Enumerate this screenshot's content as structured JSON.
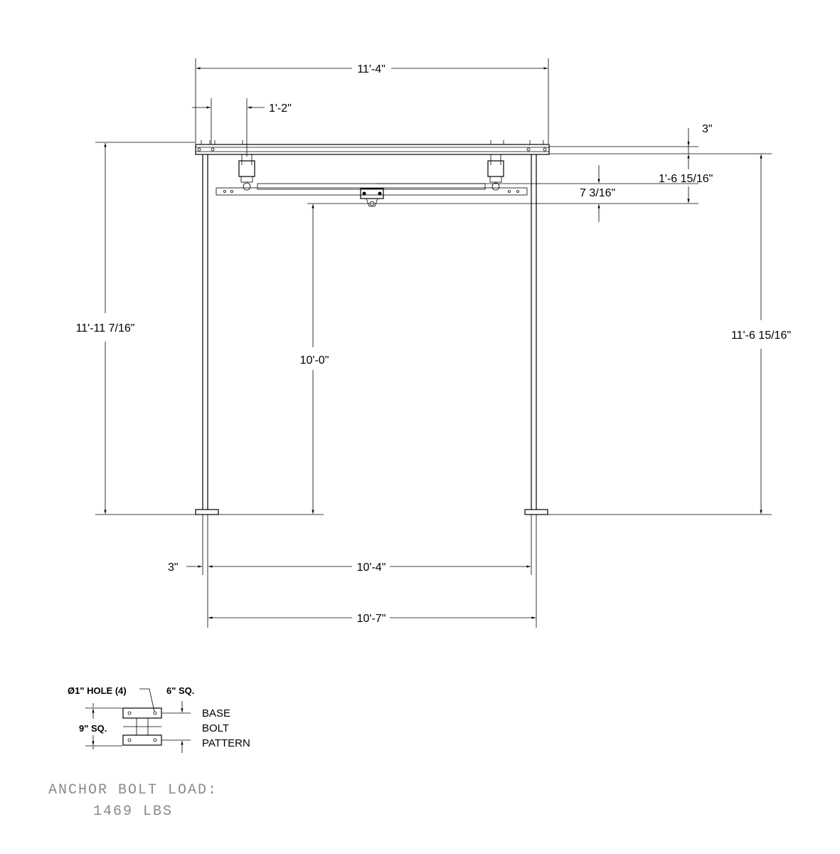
{
  "dimensions": {
    "overall_width": "11'-4\"",
    "end_offset": "1'-2\"",
    "beam_depth": "3\"",
    "beam_to_hook": "1'-6 15/16\"",
    "hoist_drop": "7 3/16\"",
    "overall_height": "11'-11 7/16\"",
    "hook_height": "10'-0\"",
    "underbeam_height": "11'-6 15/16\"",
    "post_width": "3\"",
    "inside_span": "10'-4\"",
    "post_centers": "10'-7\""
  },
  "base_detail": {
    "hole_callout": "Ø1\" HOLE (4)",
    "bolt_spacing": "6\" SQ.",
    "plate_size": "9\" SQ.",
    "title_lines": [
      "BASE",
      "BOLT",
      "PATTERN"
    ]
  },
  "notes": {
    "anchor_label": "ANCHOR BOLT LOAD:",
    "anchor_value": "1469 LBS"
  }
}
